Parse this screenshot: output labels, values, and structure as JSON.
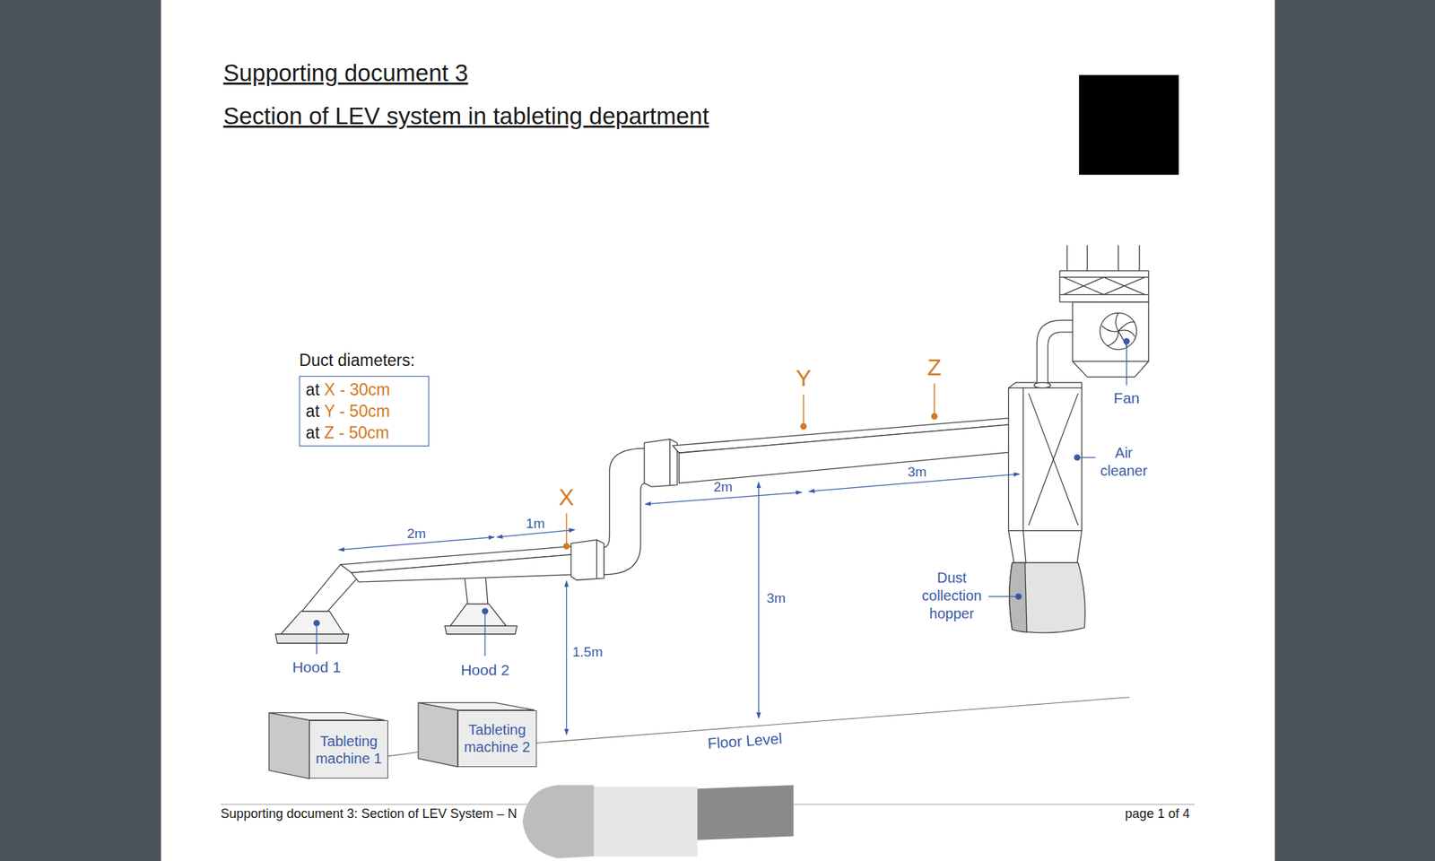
{
  "diagram": {
    "title": "Supporting document 3",
    "nodes": [
      {
        "text": [
          "Duct diameters:",
          "at",
          "X - 30cm",
          "at",
          "Y - 50cm",
          "at",
          "Z - 50cm"
        ]
      },
      {
        "text": [
          "Tableting machine 1"
        ]
      },
      {
        "text": [
          "Tableting machine 2"
        ]
      }
    ],
    "labels": [
      "Section of LEV system in tableting department",
      "X",
      "Y",
      "Z",
      "2m",
      "1m",
      "2m",
      "3m",
      "3m",
      "1.5m",
      "Hood 1",
      "Hood 2",
      "Fan",
      "Air cleaner",
      "Dust collection hopper",
      "Floor Level",
      "Supporting document 3: Section of LEV System – N",
      "page 1 of 4"
    ]
  }
}
